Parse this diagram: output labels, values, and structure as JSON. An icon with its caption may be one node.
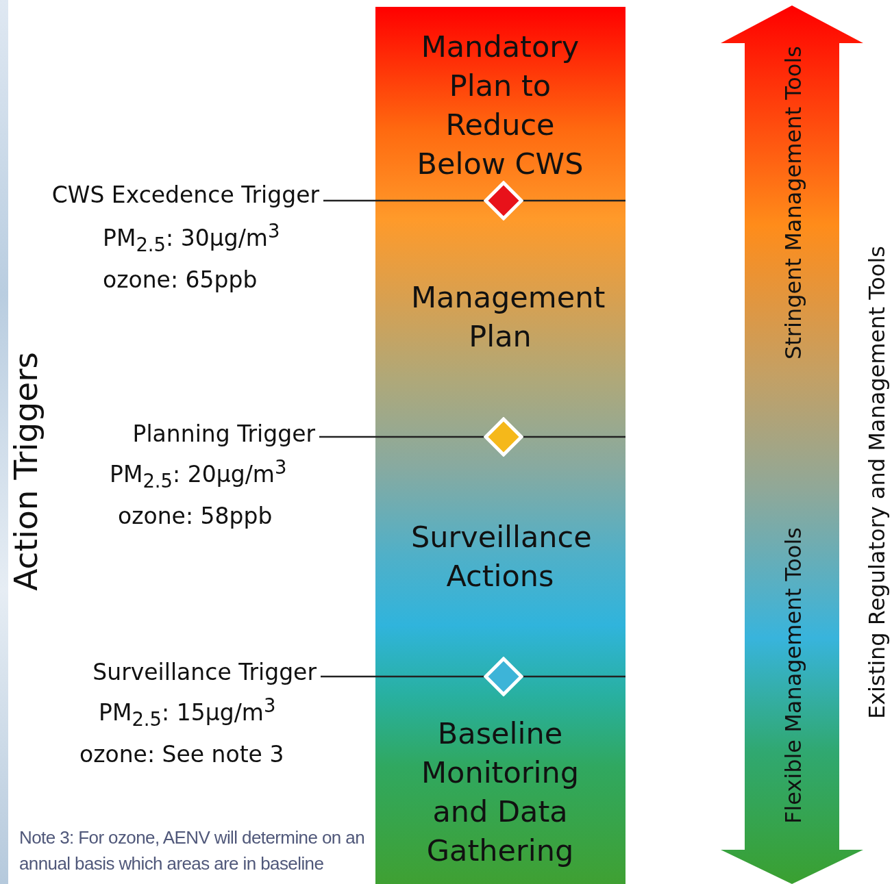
{
  "diagram": {
    "nodes": [
      {
        "text": [],
        "shape": "bar"
      },
      {
        "text": [
          "Mandatory Plan to Reduce Below CWS"
        ],
        "in": 0
      },
      {
        "text": [
          "Management Plan"
        ],
        "in": 0
      },
      {
        "text": [
          "Surveillance Actions"
        ],
        "in": 0
      },
      {
        "text": [
          "Baseline Monitoring and Data Gathering"
        ],
        "in": 0
      },
      {
        "text": [
          "CWS Excedence Trigger",
          "PM$_{2.5}$: 30µg/m$^{3}$",
          "ozone: 65ppb"
        ]
      },
      {
        "text": [],
        "shape": "diamond",
        "in": 0
      },
      {
        "text": [
          "Planning Trigger",
          "PM$_{2.5}$: 20µg/m$^{3}$",
          "ozone: 58ppb"
        ]
      },
      {
        "text": [],
        "shape": "diamond",
        "in": 0
      },
      {
        "text": [
          "Surveillance Trigger",
          "PM$_{2.5}$: 15µg/m$^{3}$",
          "ozone: See note 3"
        ]
      },
      {
        "text": [],
        "shape": "diamond",
        "in": 0
      },
      {
        "text": [
          "Stringent Management Tools",
          "Flexible Management Tools"
        ]
      }
    ],
    "edges": [
      {
        "from": 5,
        "to": 6,
        "arrow": "none"
      },
      {
        "from": 7,
        "to": 8,
        "arrow": "none"
      },
      {
        "from": 9,
        "to": 10,
        "arrow": "none"
      }
    ],
    "labels": [
      "Action Triggers",
      "Existing Regulatory and Management Tools",
      "Note 3: For ozone, AENV will determine on an annual basis which areas are in baseline"
    ]
  }
}
